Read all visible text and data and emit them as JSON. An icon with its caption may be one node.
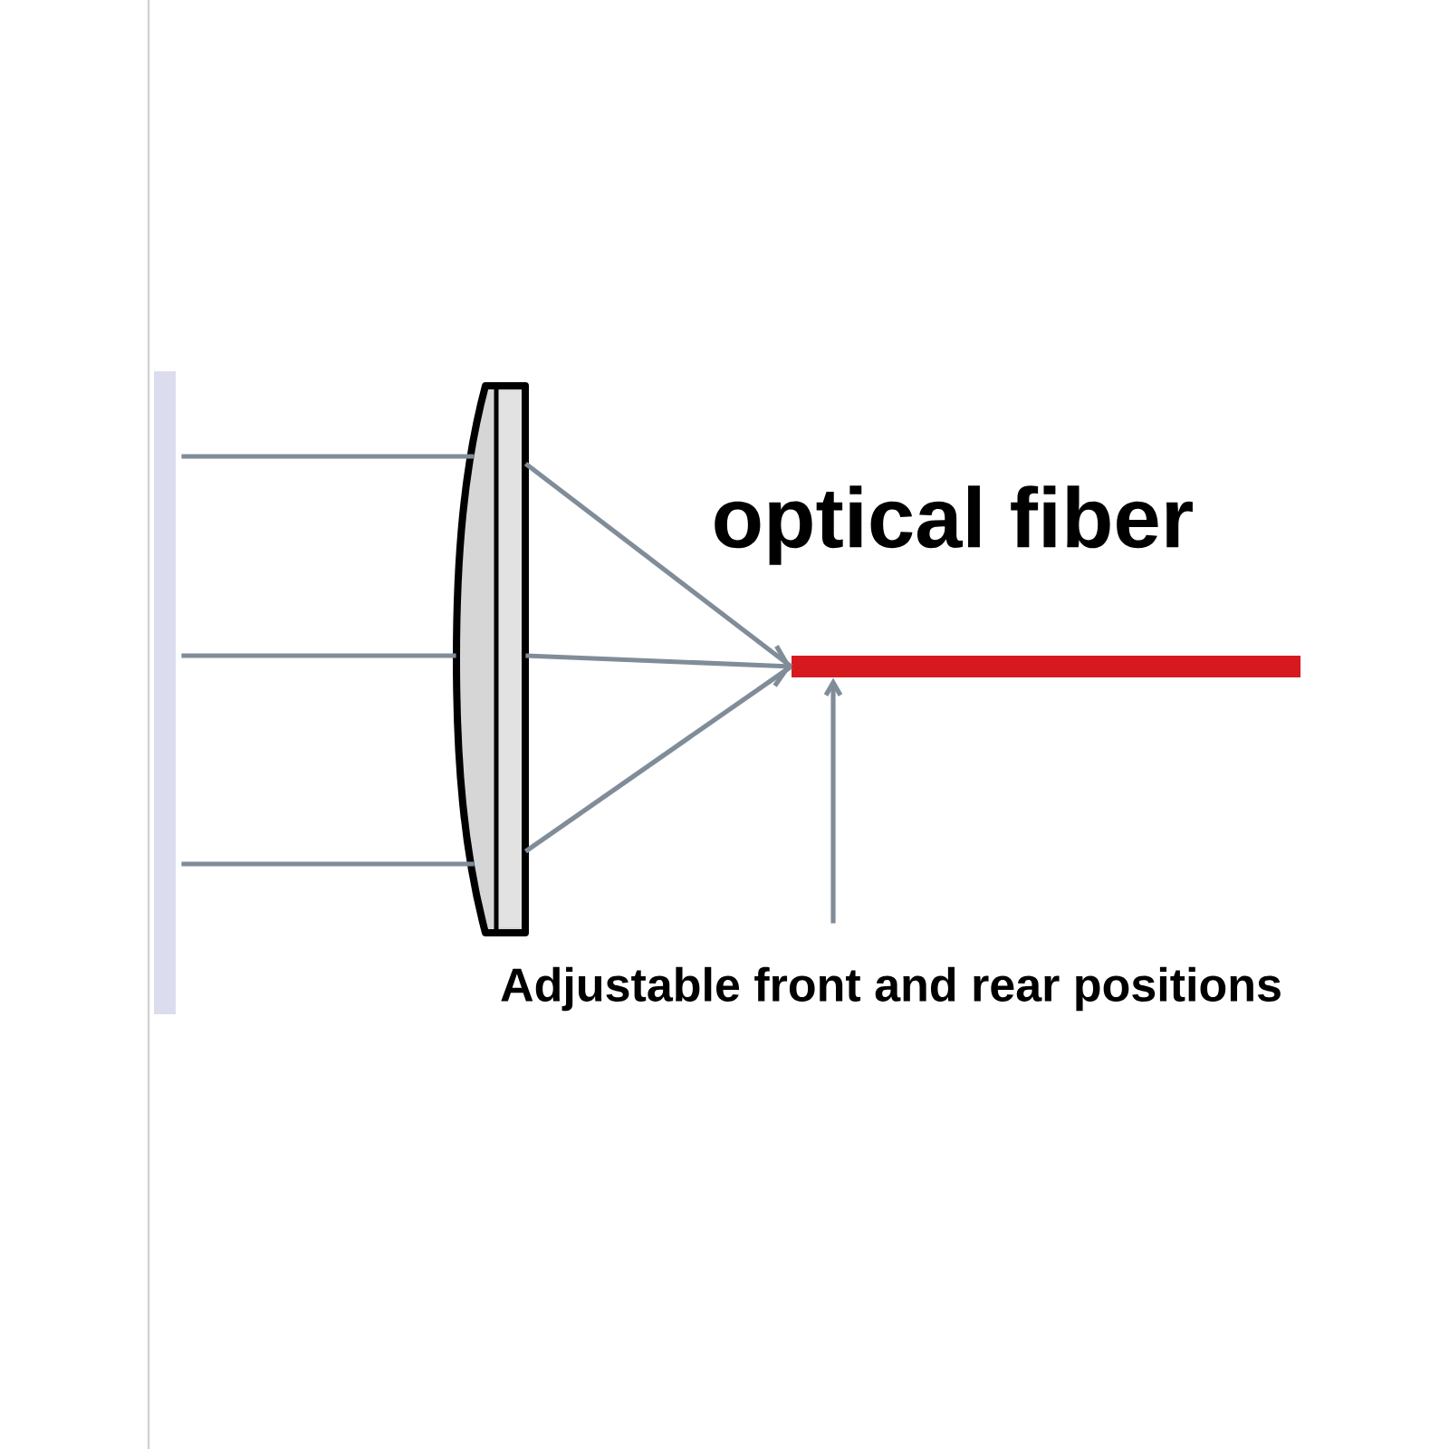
{
  "diagram": {
    "nodes": [
      {
        "text": [],
        "shape": "bar"
      },
      {
        "text": [],
        "shape": "lens"
      },
      {
        "text": [],
        "shape": "bar",
        "beside": [
          "optical fiber"
        ]
      },
      {
        "text": [
          "Adjustable front and rear positions"
        ]
      }
    ],
    "edges": [
      {
        "from": 0,
        "to": 1,
        "arrow": "none"
      },
      {
        "from": 0,
        "to": 1,
        "arrow": "none"
      },
      {
        "from": 0,
        "to": 1,
        "arrow": "none"
      },
      {
        "from": 1,
        "to": 2,
        "arrow": "none"
      },
      {
        "from": 1,
        "to": 2,
        "arrow": "to"
      },
      {
        "from": 1,
        "to": 2,
        "arrow": "none"
      },
      {
        "from": 3,
        "to": 2,
        "arrow": "to"
      }
    ]
  }
}
